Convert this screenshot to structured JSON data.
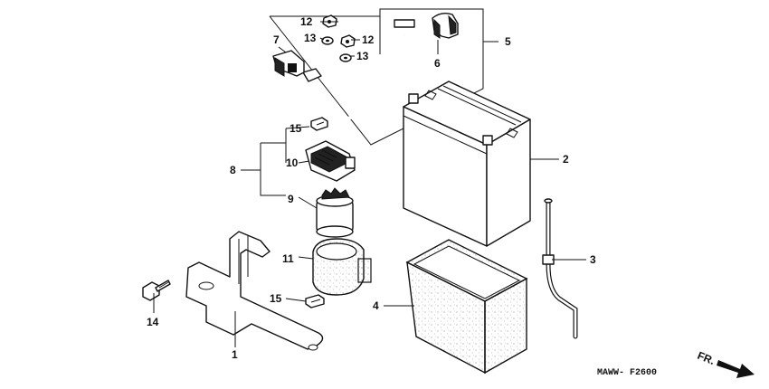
{
  "diagram": {
    "code": "MAWW- F2600",
    "direction_label": "FR."
  },
  "callouts": {
    "c1": "1",
    "c2": "2",
    "c3": "3",
    "c4": "4",
    "c5": "5",
    "c6": "6",
    "c7": "7",
    "c8": "8",
    "c9": "9",
    "c10": "10",
    "c11": "11",
    "c12a": "12",
    "c12b": "12",
    "c13a": "13",
    "c13b": "13",
    "c14": "14",
    "c15a": "15",
    "c15b": "15"
  }
}
